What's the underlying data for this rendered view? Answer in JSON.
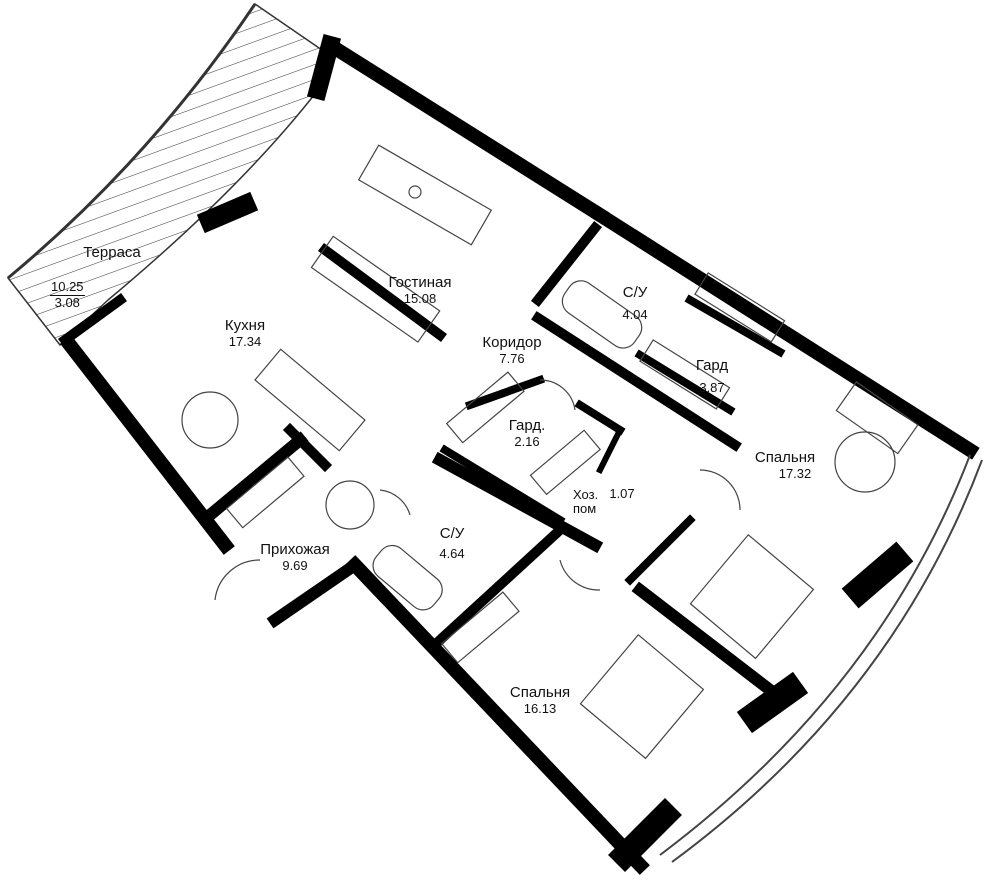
{
  "plan": {
    "type": "apartment-floor-plan",
    "wall_color": "#000000",
    "line_color": "#555555",
    "background": "#ffffff"
  },
  "rooms": [
    {
      "id": "terrace",
      "name": "Терраса",
      "area": "10.25",
      "area_reduced": "3.08"
    },
    {
      "id": "kitchen",
      "name": "Кухня",
      "area": "17.34"
    },
    {
      "id": "living",
      "name": "Гостиная",
      "area": "15.08"
    },
    {
      "id": "corridor",
      "name": "Коридор",
      "area": "7.76"
    },
    {
      "id": "bath1",
      "name": "С/У",
      "area": "4.04"
    },
    {
      "id": "wardrobe1",
      "name": "Гард",
      "area": "3.87"
    },
    {
      "id": "bedroom1",
      "name": "Спальня",
      "area": "17.32"
    },
    {
      "id": "wardrobe2",
      "name": "Гард.",
      "area": "2.16"
    },
    {
      "id": "utility",
      "name": "Хоз. пом",
      "area": "1.07"
    },
    {
      "id": "bath2",
      "name": "С/У",
      "area": "4.64"
    },
    {
      "id": "hallway",
      "name": "Прихожая",
      "area": "9.69"
    },
    {
      "id": "bedroom2",
      "name": "Спальня",
      "area": "16.13"
    }
  ]
}
